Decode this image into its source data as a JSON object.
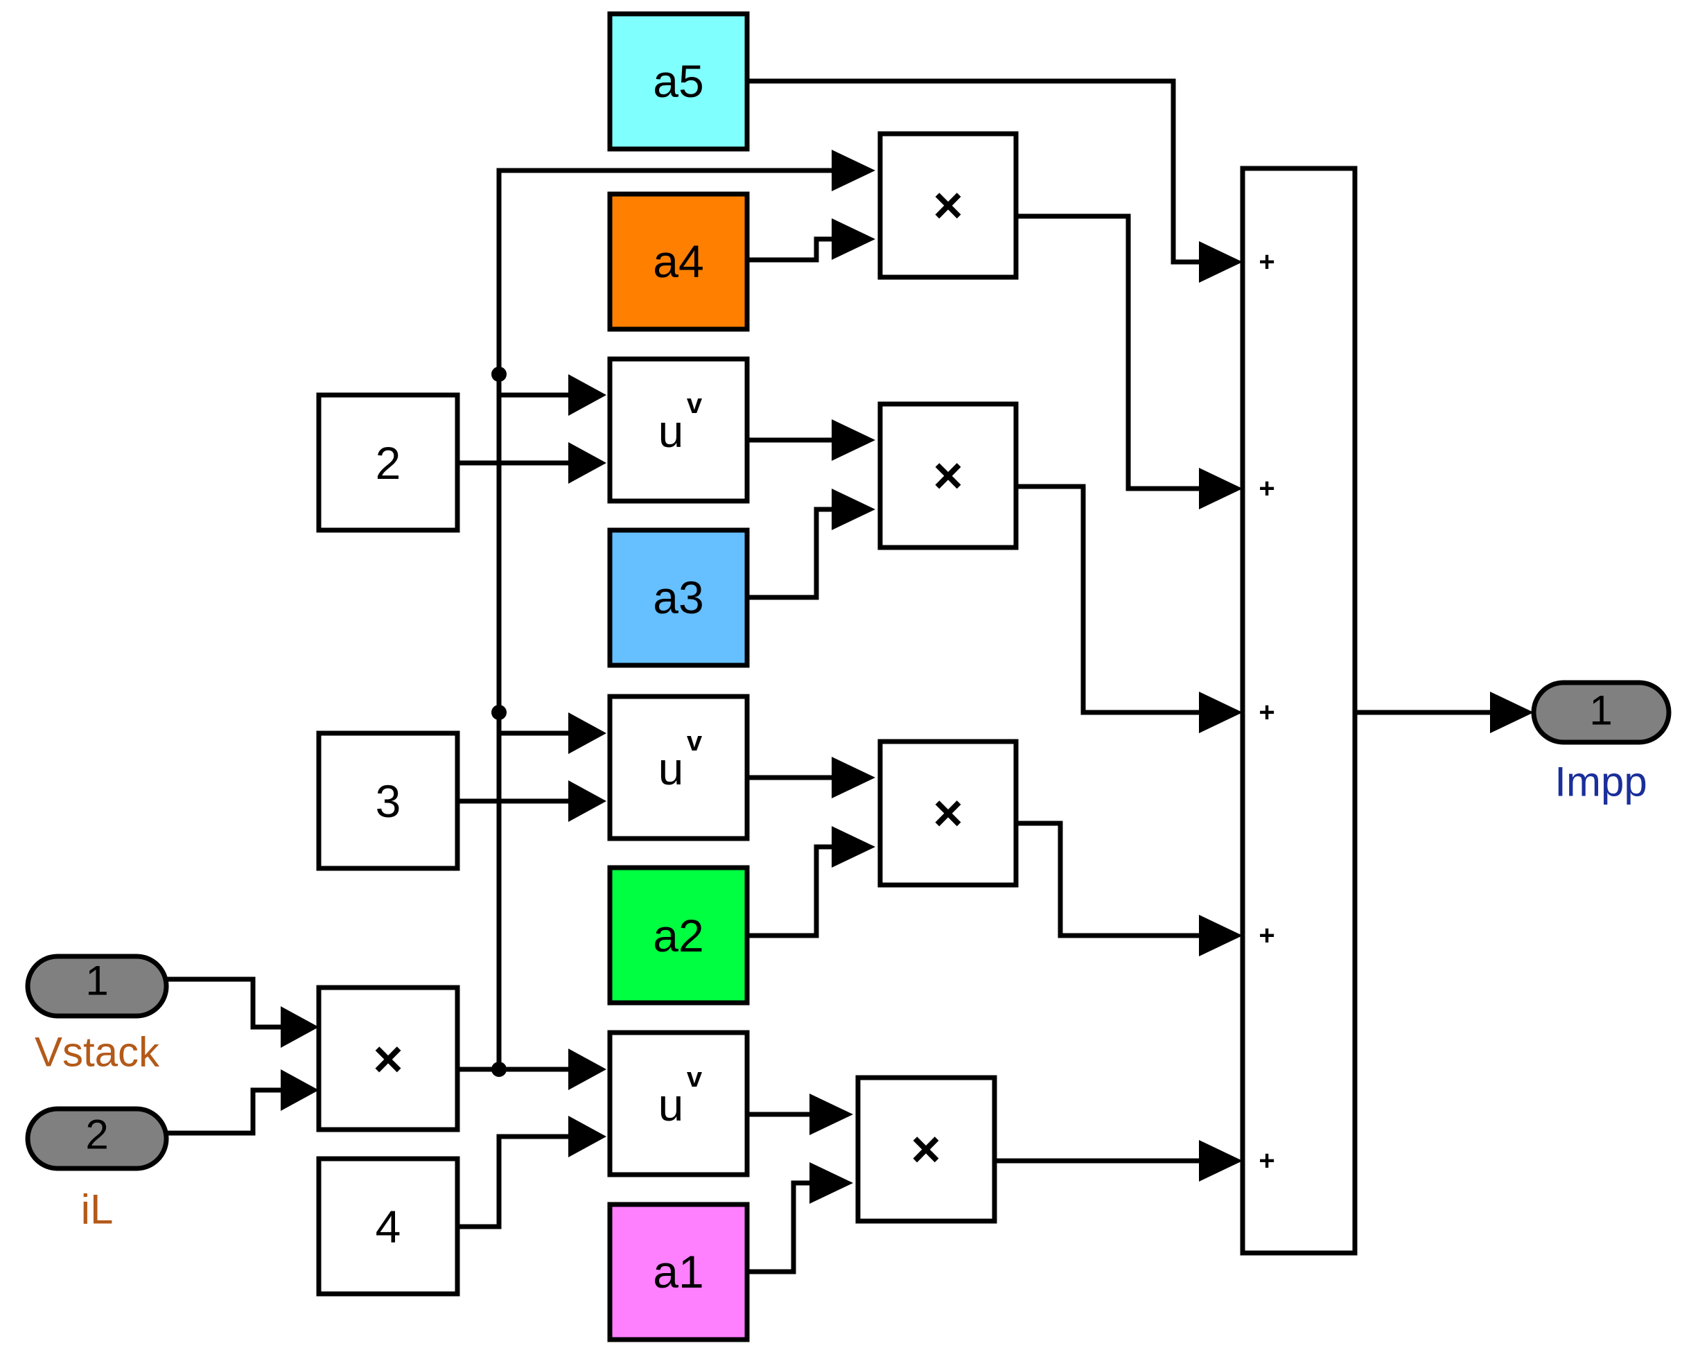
{
  "colors": {
    "a5": "#80ffff",
    "a4": "#ff8000",
    "a3": "#66bfff",
    "a2": "#00ff40",
    "a1": "#ff80ff",
    "port": "#808080",
    "input_port_label": "#b35a1a",
    "output_port_label": "#1a2f9a",
    "line": "#000000"
  },
  "inports": [
    {
      "number": "1",
      "name": "Vstack"
    },
    {
      "number": "2",
      "name": "iL"
    }
  ],
  "outport": {
    "number": "1",
    "name": "Impp"
  },
  "constants": {
    "c2": "2",
    "c3": "3",
    "c4": "4",
    "a1": "a1",
    "a2": "a2",
    "a3": "a3",
    "a4": "a4",
    "a5": "a5"
  },
  "math": {
    "base": "u",
    "exponent": "v"
  },
  "product": {
    "symbol": "×"
  },
  "sum": {
    "sign": "+"
  }
}
